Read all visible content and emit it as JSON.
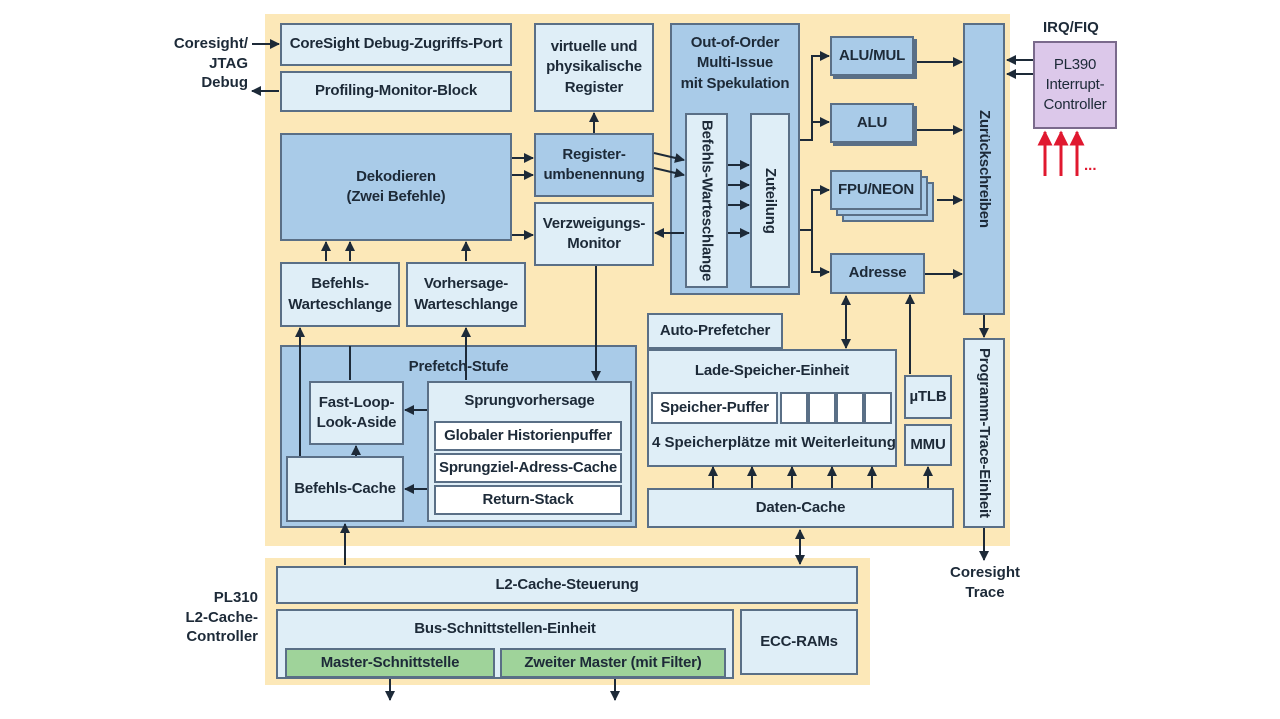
{
  "labels": {
    "coresight_jtag_debug": "Coresight/\nJTAG\nDebug",
    "irq_fiq": "IRQ/FIQ",
    "pl310": "PL310\nL2-Cache-\nController",
    "coresight_trace": "Coresight\nTrace",
    "irq_more": "..."
  },
  "blocks": {
    "debug_port": "CoreSight Debug-Zugriffs-Port",
    "profiling": "Profiling-Monitor-Block",
    "registers": "virtuelle und\nphysikalische\nRegister",
    "ooo": "Out-of-Order\nMulti-Issue\nmit Spekulation",
    "alu_mul": "ALU/MUL",
    "alu": "ALU",
    "fpu": "FPU/NEON",
    "adresse": "Adresse",
    "writeback": "Zurückschreiben",
    "pl390": "PL390\nInterrupt-\nController",
    "decode": "Dekodieren\n(Zwei Befehle)",
    "rename": "Register-\numbenennung",
    "branch_monitor": "Verzweigungs-\nMonitor",
    "instr_queue_v": "Befehls-Warteschlange",
    "dispatch": "Zuteilung",
    "instr_queue": "Befehls-\nWarteschlange",
    "pred_queue": "Vorhersage-\nWarteschlange",
    "prefetch": "Prefetch-Stufe",
    "fast_loop": "Fast-Loop-\nLook-Aside",
    "icache": "Befehls-Cache",
    "branch_pred": "Sprungvorhersage",
    "ghb": "Globaler Historienpuffer",
    "btac": "Sprungziel-Adress-Cache",
    "return_stack": "Return-Stack",
    "auto_prefetch": "Auto-Prefetcher",
    "lsu": "Lade-Speicher-Einheit",
    "store_buffer": "Speicher-Puffer",
    "store_slots": "4 Speicherplätze mit Weiterleitung",
    "utlb": "µTLB",
    "mmu": "MMU",
    "dcache": "Daten-Cache",
    "trace": "Programm-Trace-Einheit",
    "l2_control": "L2-Cache-Steuerung",
    "biu": "Bus-Schnittstellen-Einheit",
    "ecc": "ECC-RAMs",
    "master": "Master-Schnittstelle",
    "second_master": "Zweiter Master (mit Filter)"
  },
  "colors": {
    "core_background": "#fce8b8",
    "block_mid": "#a9cbe8",
    "block_light": "#dfeef7",
    "interface_green": "#9fd39a",
    "interrupt_purple": "#dcc8ea",
    "irq_arrows": "#e0182f",
    "lines": "#1d2a38"
  }
}
